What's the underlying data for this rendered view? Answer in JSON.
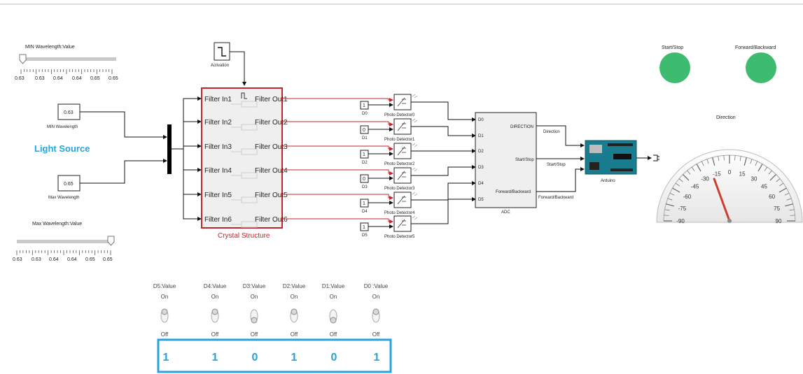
{
  "min_wavelength_slider": {
    "title": "MIN Wavelength:Value",
    "ticks": [
      "0.63",
      "0.63",
      "0.64",
      "0.64",
      "0.65",
      "0.65"
    ],
    "value_fraction": 0.0
  },
  "max_wavelength_slider": {
    "title": "Max Wavelength:Value",
    "ticks": [
      "0.63",
      "0.63",
      "0.64",
      "0.64",
      "0.65",
      "0.65"
    ],
    "value_fraction": 1.0
  },
  "light_source": {
    "title": "Light Source",
    "min_const": {
      "value": "0.63",
      "label": "MIN Wavelength"
    },
    "max_const": {
      "value": "0.65",
      "label": "Max Wavelength"
    }
  },
  "activation": {
    "label": "Activation"
  },
  "crystal": {
    "title": "Crystal Structure",
    "inputs": [
      "Filter In1",
      "Filter In2",
      "Filter In3",
      "Filter In4",
      "Filter In5",
      "Filter In6"
    ],
    "outputs": [
      "Filter Out1",
      "Filter Out2",
      "Filter Out3",
      "Filter Out4",
      "Filter Out5",
      "Filter Out6"
    ]
  },
  "detectors": [
    {
      "const": "1",
      "dlabel": "D0",
      "name": "Photo Detector0"
    },
    {
      "const": "0",
      "dlabel": "D1",
      "name": "Photo Detector1"
    },
    {
      "const": "1",
      "dlabel": "D2",
      "name": "Photo Detector2"
    },
    {
      "const": "0",
      "dlabel": "D3",
      "name": "Photo Detector3"
    },
    {
      "const": "1",
      "dlabel": "D4",
      "name": "Photo Detector4"
    },
    {
      "const": "1",
      "dlabel": "D5",
      "name": "Photo Detector5"
    }
  ],
  "adc": {
    "name": "ADC",
    "inputs": [
      "D0",
      "D1",
      "D2",
      "D3",
      "D4",
      "D5"
    ],
    "outputs": [
      "DIRECTION",
      "Start/Stop",
      "Forward/Backward"
    ]
  },
  "adc_signals": [
    "Direction",
    "Start/Stop",
    "Forward/Backward"
  ],
  "arduino": {
    "label": "Arduino"
  },
  "lamps": [
    {
      "label": "Start/Stop",
      "color": "#3dbb6e"
    },
    {
      "label": "Forward/Backward",
      "color": "#3dbb6e"
    }
  ],
  "gauge": {
    "title": "Direction",
    "ticks": [
      "-90",
      "-75",
      "-60",
      "-45",
      "-30",
      "-15",
      "0",
      "15",
      "30",
      "45",
      "60",
      "75",
      "90"
    ],
    "value": -20,
    "min": -90,
    "max": 90,
    "needle_color": "#d23b2c"
  },
  "switches": [
    {
      "title": "D5:Value",
      "on": "On",
      "off": "Off",
      "state": "on"
    },
    {
      "title": "D4:Value",
      "on": "On",
      "off": "Off",
      "state": "on"
    },
    {
      "title": "D3:Value",
      "on": "On",
      "off": "Off",
      "state": "off"
    },
    {
      "title": "D2:Value",
      "on": "On",
      "off": "Off",
      "state": "on"
    },
    {
      "title": "D1:Value",
      "on": "On",
      "off": "Off",
      "state": "off"
    },
    {
      "title": "D0 :Value",
      "on": "On",
      "off": "Off",
      "state": "on"
    }
  ],
  "bits": [
    "1",
    "1",
    "0",
    "1",
    "0",
    "1"
  ],
  "colors": {
    "accent": "#2aa3d8",
    "crystal_border": "#c0272d",
    "lamp": "#3dbb6e"
  }
}
